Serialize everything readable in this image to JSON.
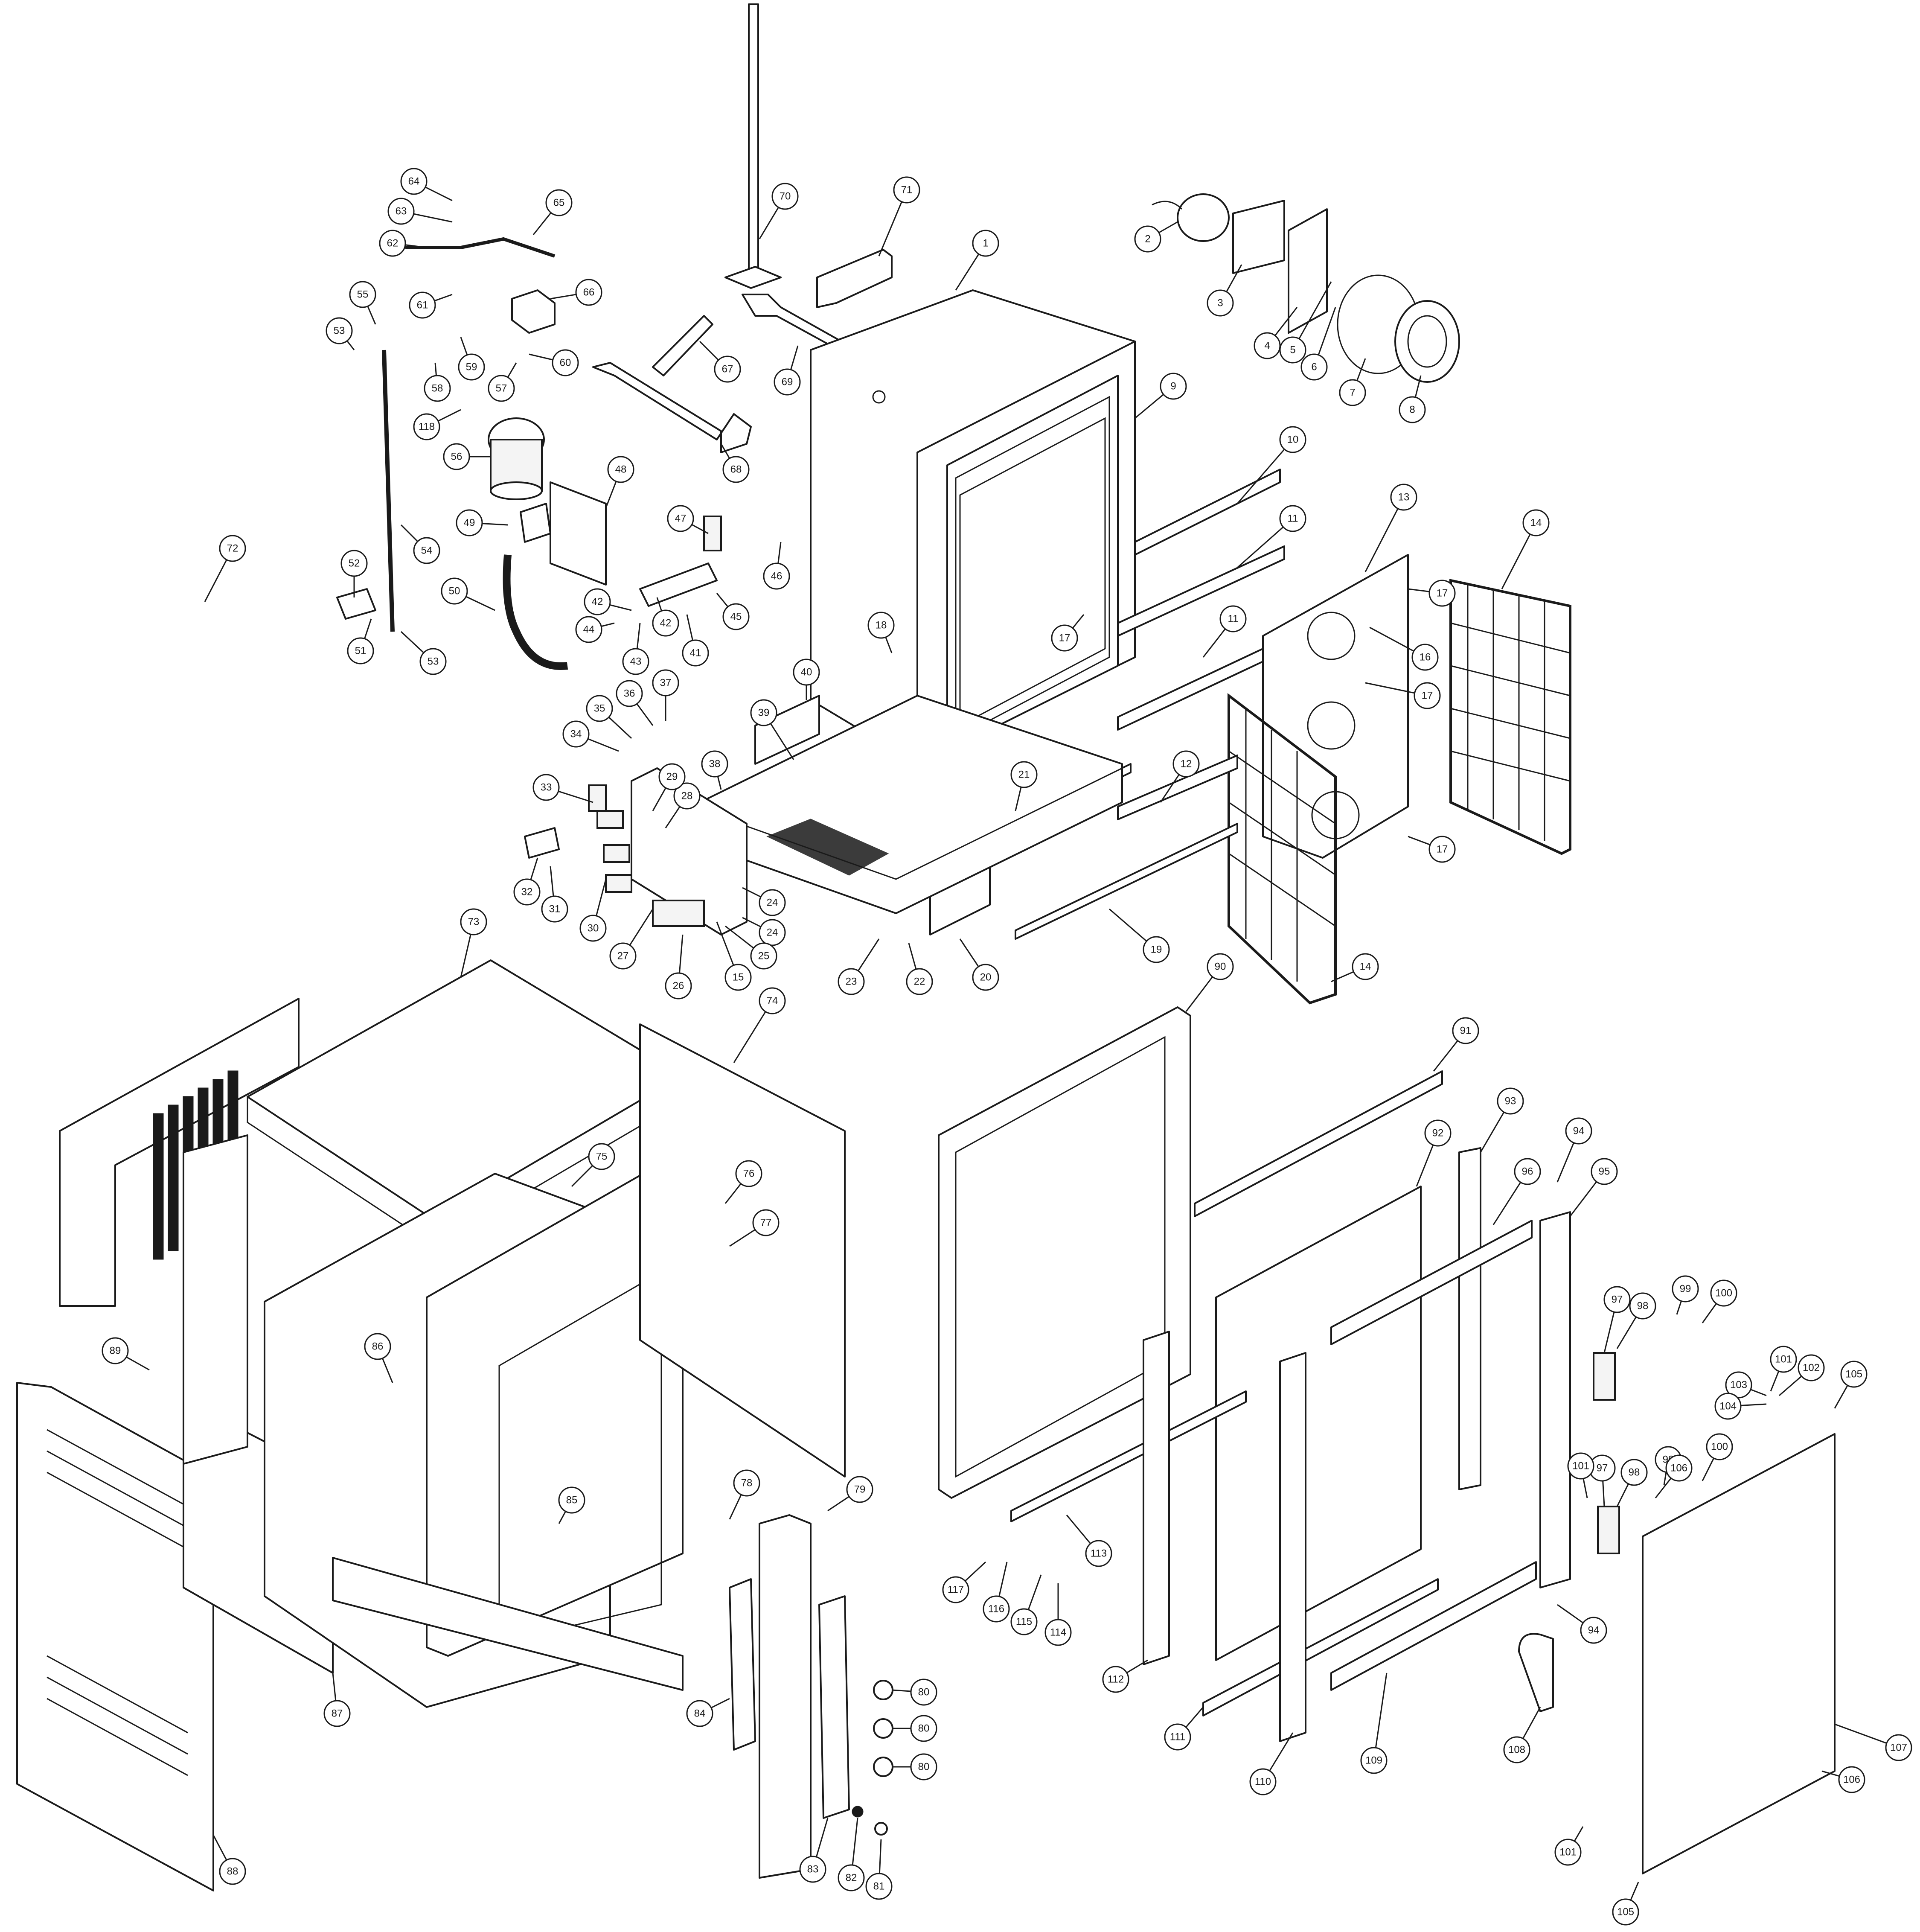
{
  "callouts": [
    "1",
    "2",
    "3",
    "4",
    "5",
    "6",
    "7",
    "8",
    "9",
    "10",
    "11",
    "12",
    "13",
    "14",
    "15",
    "16",
    "17",
    "18",
    "19",
    "20",
    "21",
    "22",
    "23",
    "24",
    "25",
    "26",
    "27",
    "28",
    "29",
    "30",
    "31",
    "32",
    "33",
    "34",
    "35",
    "36",
    "37",
    "38",
    "39",
    "40",
    "41",
    "42",
    "43",
    "44",
    "45",
    "46",
    "47",
    "48",
    "49",
    "50",
    "51",
    "52",
    "53",
    "54",
    "55",
    "56",
    "57",
    "58",
    "59",
    "60",
    "61",
    "62",
    "63",
    "64",
    "65",
    "66",
    "67",
    "68",
    "69",
    "70",
    "71",
    "72",
    "73",
    "74",
    "75",
    "76",
    "77",
    "78",
    "79",
    "80",
    "81",
    "82",
    "83",
    "84",
    "85",
    "86",
    "87",
    "88",
    "89",
    "90",
    "91",
    "92",
    "93",
    "94",
    "95",
    "96",
    "97",
    "98",
    "99",
    "100",
    "101",
    "102",
    "103",
    "104",
    "105",
    "106",
    "107",
    "108",
    "109",
    "110",
    "111",
    "112",
    "113",
    "114",
    "115",
    "116",
    "117",
    "118"
  ]
}
